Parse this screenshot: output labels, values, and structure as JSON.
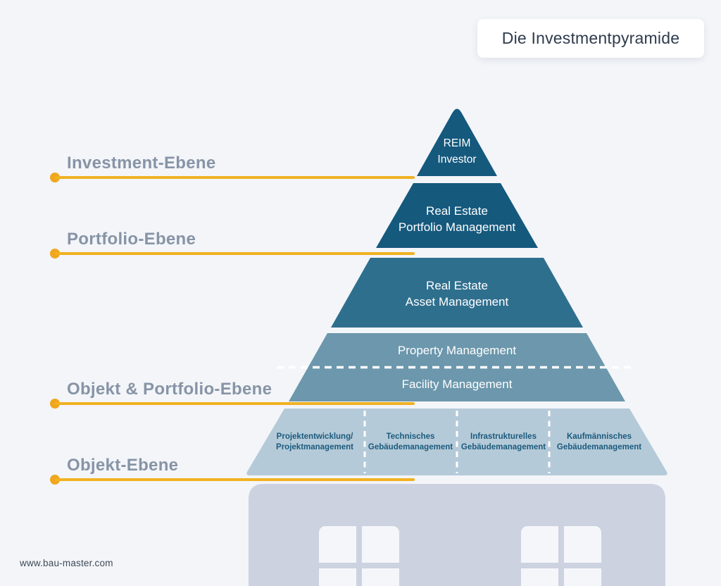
{
  "page": {
    "title": "Die Investmentpyramide",
    "website": "www.bau-master.com"
  },
  "colors": {
    "background": "#F3F5F9",
    "tier_dark": "#15597D",
    "tier_mid": "#2F6F8E",
    "tier_light": "#6C97AC",
    "tier_pale": "#B5CAD8",
    "tier_pale_text": "#1A5A7D",
    "divider_dash": "#FFFFFF",
    "level_label_gray": "#8794A6",
    "accent_line_yellow": "#F1B122",
    "accent_dot_orange": "#F0A61D",
    "card_background": "#FFFFFF",
    "title_text": "#2E3B4D",
    "house_gray": "#CCD2E0",
    "window_fill": "#F4F6FA",
    "footer_text": "#3F4A58"
  },
  "levels": [
    {
      "label": "Investment-Ebene"
    },
    {
      "label": "Portfolio-Ebene"
    },
    {
      "label": "Objekt & Portfolio-Ebene"
    },
    {
      "label": "Objekt-Ebene"
    }
  ],
  "pyramid": {
    "tiers": [
      {
        "line1": "REIM",
        "line2": "Investor"
      },
      {
        "line1": "Real Estate",
        "line2": "Portfolio Management"
      },
      {
        "line1": "Real Estate",
        "line2": "Asset Management"
      },
      {
        "line1": "Property Management",
        "line2": "Facility Management"
      }
    ],
    "segments": [
      {
        "line1": "Projektentwicklung/",
        "line2": "Projektmanagement"
      },
      {
        "line1": "Technisches",
        "line2": "Gebäudemanagement"
      },
      {
        "line1": "Infrastrukturelles",
        "line2": "Gebäudemanagement"
      },
      {
        "line1": "Kaufmännisches",
        "line2": "Gebäudemanagement"
      }
    ]
  }
}
